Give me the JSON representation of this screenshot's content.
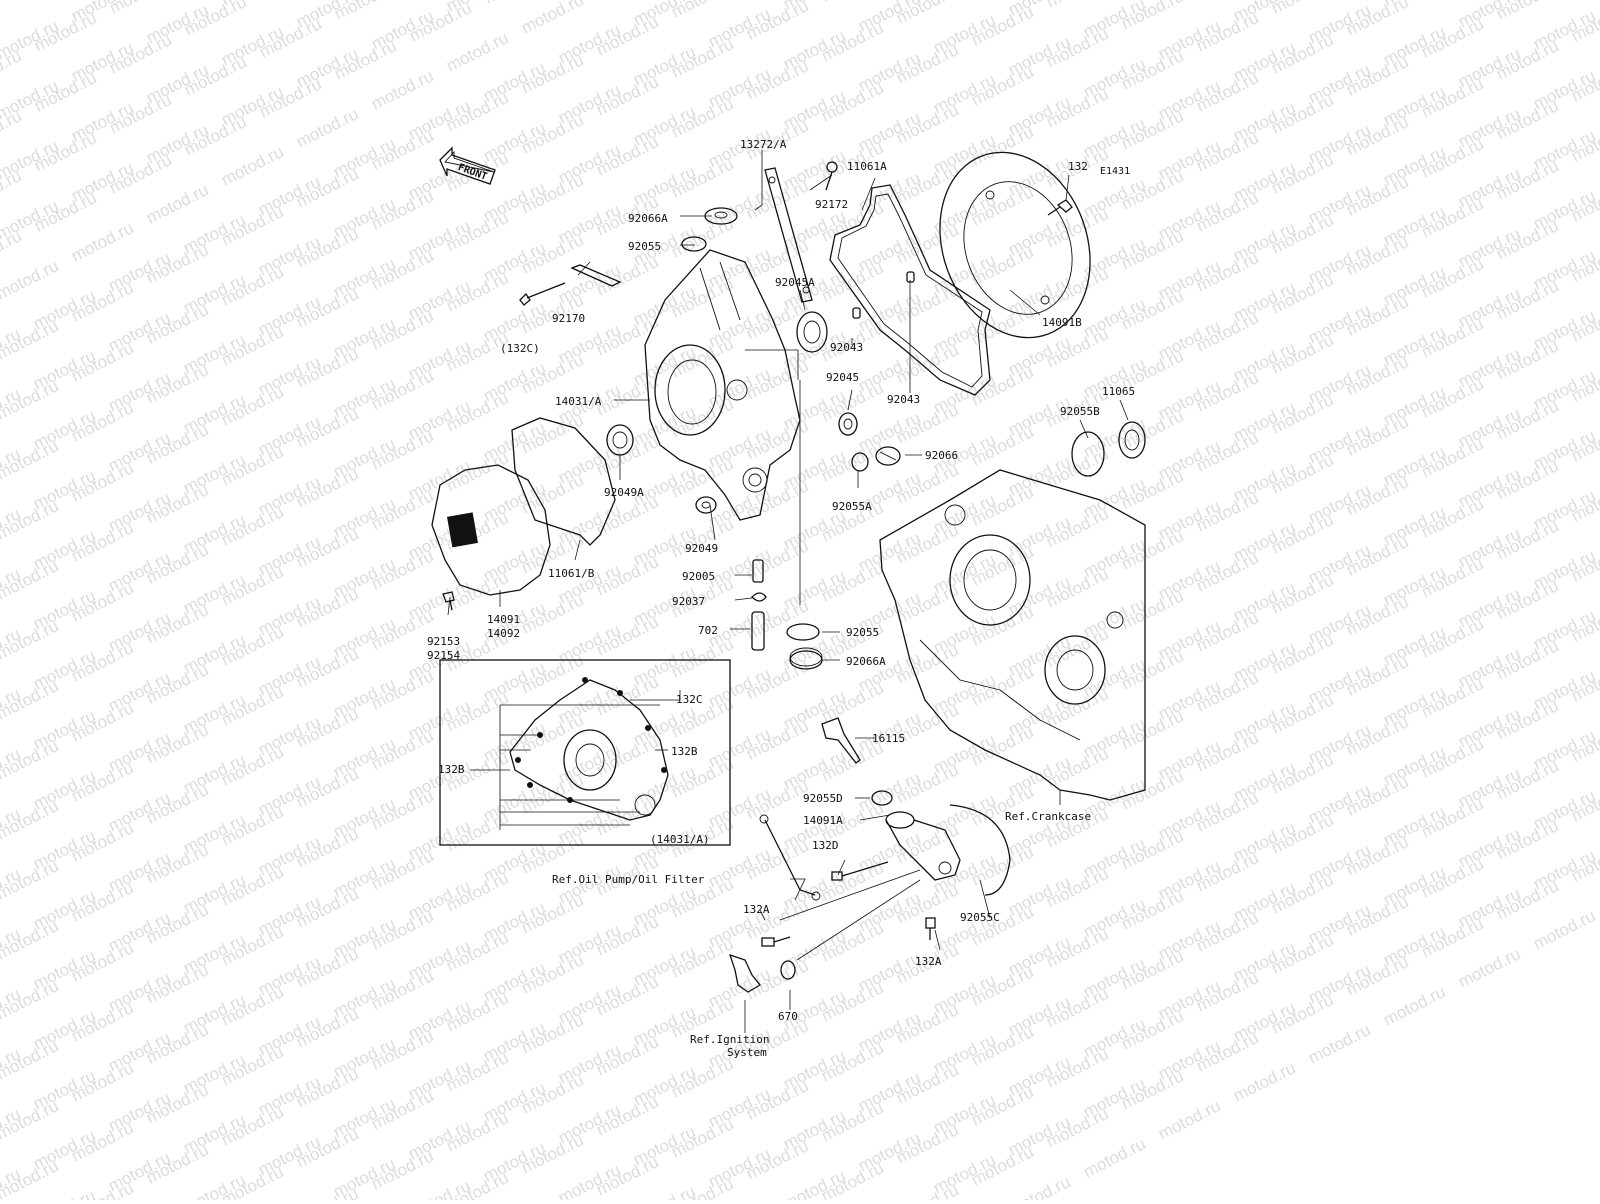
{
  "watermark": "motod.ru",
  "diagram_code": "E1431",
  "front_label": "FRONT",
  "inset_caption": "(14031/A)",
  "callouts": {
    "c13272A": "13272/A",
    "c11061A": "11061A",
    "c132": "132",
    "c92066A_top": "92066A",
    "c92172": "92172",
    "c92055_top": "92055",
    "c92045A": "92045A",
    "c14091B": "14091B",
    "c92170": "92170",
    "c92043_a": "92043",
    "c132C": "(132C)",
    "c92043_b": "92043",
    "c14031A": "14031/A",
    "c92045": "92045",
    "c11065": "11065",
    "c92055B": "92055B",
    "c92066": "92066",
    "c92049A": "92049A",
    "c92055A": "92055A",
    "c92049": "92049",
    "c11061B": "11061/B",
    "c92005": "92005",
    "c92037": "92037",
    "c14091": "14091",
    "c14092": "14092",
    "c92153": "92153",
    "c92154": "92154",
    "c702": "702",
    "c92055_mid": "92055",
    "c92066A_mid": "92066A",
    "c132C_inset": "132C",
    "c132B_right": "132B",
    "c132B_left": "132B",
    "c16115": "16115",
    "c92055D": "92055D",
    "c14091A": "14091A",
    "c132D": "132D",
    "ref_crankcase": "Ref.Crankcase",
    "ref_oil_pump": "Ref.Oil Pump/Oil Filter",
    "c132A_left": "132A",
    "c92055C": "92055C",
    "c132A_right": "132A",
    "c670": "670",
    "ref_ignition_1": "Ref.Ignition",
    "ref_ignition_2": "System"
  }
}
